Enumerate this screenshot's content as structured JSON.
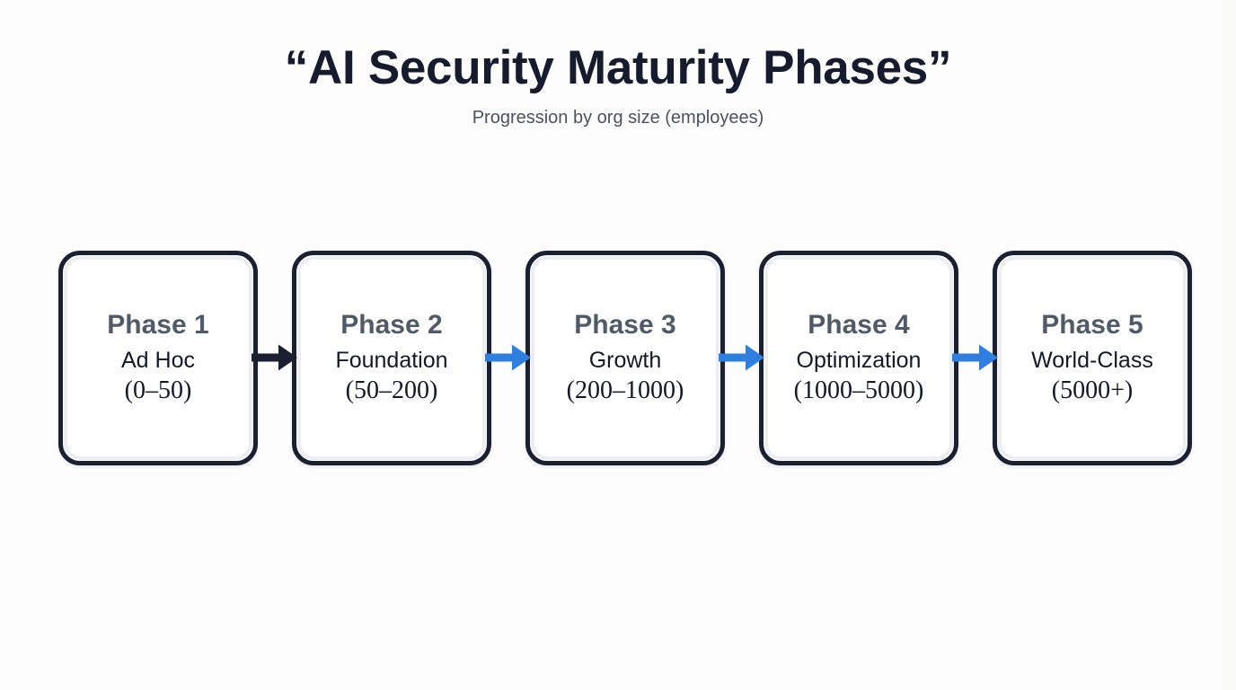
{
  "page": {
    "background_color": "#fdfdfe",
    "title": "“AI Security Maturity Phases”",
    "subtitle": "Progression by org size (employees)",
    "title_color": "#161c2d",
    "subtitle_color": "#4a5260"
  },
  "diagram": {
    "type": "flow",
    "orientation": "horizontal",
    "box_border_color": "#1a2032",
    "box_fill_color": "#ffffff",
    "phase_label_color": "#515a68",
    "phase_text_color": "#13182a",
    "nodes": [
      {
        "label": "Phase 1",
        "name": "Ad Hoc",
        "range": "(0–50)",
        "range_min": 0,
        "range_max": 50
      },
      {
        "label": "Phase 2",
        "name": "Foundation",
        "range": "(50–200)",
        "range_min": 50,
        "range_max": 200
      },
      {
        "label": "Phase 3",
        "name": "Growth",
        "range": "(200–1000)",
        "range_min": 200,
        "range_max": 1000
      },
      {
        "label": "Phase 4",
        "name": "Optimization",
        "range": "(1000–5000)",
        "range_min": 1000,
        "range_max": 5000
      },
      {
        "label": "Phase 5",
        "name": "World-Class",
        "range": "(5000+)",
        "range_min": 5000,
        "range_max": null
      }
    ],
    "connectors": [
      {
        "from": "Phase 1",
        "to": "Phase 2",
        "glyph": "arrow-right-icon",
        "color": "#1a2032"
      },
      {
        "from": "Phase 2",
        "to": "Phase 3",
        "glyph": "arrow-right-icon",
        "color": "#2f7fe0"
      },
      {
        "from": "Phase 3",
        "to": "Phase 4",
        "glyph": "arrow-right-icon",
        "color": "#2f7fe0"
      },
      {
        "from": "Phase 4",
        "to": "Phase 5",
        "glyph": "arrow-right-icon",
        "color": "#2f7fe0"
      }
    ]
  }
}
